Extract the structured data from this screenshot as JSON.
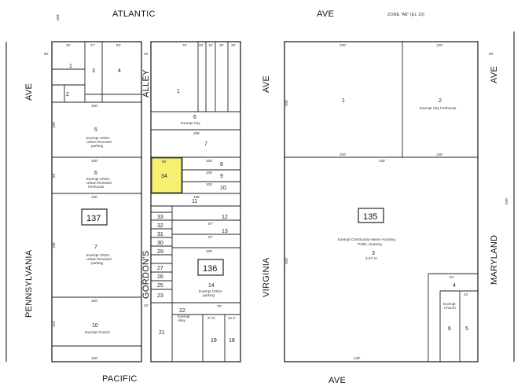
{
  "zone_label": "ZONE \"A8\" (EL 10)",
  "streets": {
    "atlantic": "ATLANTIC",
    "ave_top": "AVE",
    "pacific": "PACIFIC",
    "ave_bottom": "AVE",
    "pennsylvania": "PENNSYLVANIA",
    "ave_left": "AVE",
    "alley_top": "ALLEY",
    "gordons": "GORDON'S",
    "virginia": "VIRGINIA",
    "ave_virginia": "AVE",
    "maryland": "MARYLAND",
    "ave_right": "AVE"
  },
  "blocks": {
    "b137": "137",
    "b136": "136",
    "b135": "135"
  },
  "lots": {
    "l1a": "1",
    "l3a": "3",
    "l4a": "4",
    "l2a": "2",
    "l5a": "5",
    "l6a": "6",
    "l7a": "7",
    "l10a": "10",
    "l1b": "1",
    "l6b": "6",
    "l7b": "7",
    "l8b": "8",
    "l9b": "9",
    "l10b": "10",
    "l11b": "11",
    "l34b": "34",
    "l12b": "12",
    "l13b": "13",
    "l33b": "33",
    "l32b": "32",
    "l31b": "31",
    "l30b": "30",
    "l29b": "29",
    "l27b": "27",
    "l26b": "26",
    "l25b": "25",
    "l23b": "23",
    "l14b": "14",
    "l22b": "22",
    "l21b": "21",
    "l19b": "19",
    "l18b": "18",
    "l1c": "1",
    "l2c": "2",
    "l3c": "3",
    "l4c": "4",
    "l5c": "5",
    "l6c": "6"
  },
  "notes": {
    "exempt_city": "Exempt City",
    "crda_parking": [
      "Exempt CRDA",
      "Urban Renewal",
      "parking"
    ],
    "crda_firehouse": [
      "Exempt CRDA",
      "Urban Renewal",
      "Firehouse"
    ],
    "crda_parking_7": [
      "Exempt CRDA",
      "Urban Renewal",
      "parking"
    ],
    "church_10": "Exempt Church",
    "crda_parking_14": [
      "Exempt CRDA",
      "parking"
    ],
    "exempt_alley": [
      "Exempt",
      "Alley"
    ],
    "city_firehouse": "Exempt City Firehouse",
    "haven": [
      "Exempt Community Haven Housing",
      "Public Housing"
    ],
    "acreage": "2.37 Ac",
    "church_c": [
      "Exempt",
      "Church"
    ]
  },
  "dims": {
    "w40": "40'",
    "w27": "27'",
    "w63": "63'",
    "w150a": "150'",
    "w150b": "150'",
    "w150c": "150'",
    "w150d": "150'",
    "w150e": "150'",
    "w75": "75'",
    "w20a": "20'",
    "w15": "15'",
    "w25": "25'",
    "w20b": "20'",
    "w155a": "155'",
    "w105a": "105'",
    "w105b": "105'",
    "w105c": "105'",
    "w155b": "155'",
    "w97a": "97'",
    "w97b": "97'",
    "w100": "100'",
    "w70": "70'",
    "w47": "47.8'",
    "w223": "22.3'",
    "w200a": "200'",
    "w130a": "130'",
    "w200b": "200'",
    "w330": "330'",
    "w130b": "130'",
    "w82": "82'",
    "w248": "248'",
    "w42": "42'",
    "h80a": "80'",
    "h20": "20'",
    "h100a": "100'",
    "h60": "60'",
    "h180": "180'",
    "h110": "110'",
    "h50": "50'",
    "h200": "200'",
    "h350": "350'",
    "h550": "550'",
    "h80b": "80'",
    "h30": "30'"
  }
}
